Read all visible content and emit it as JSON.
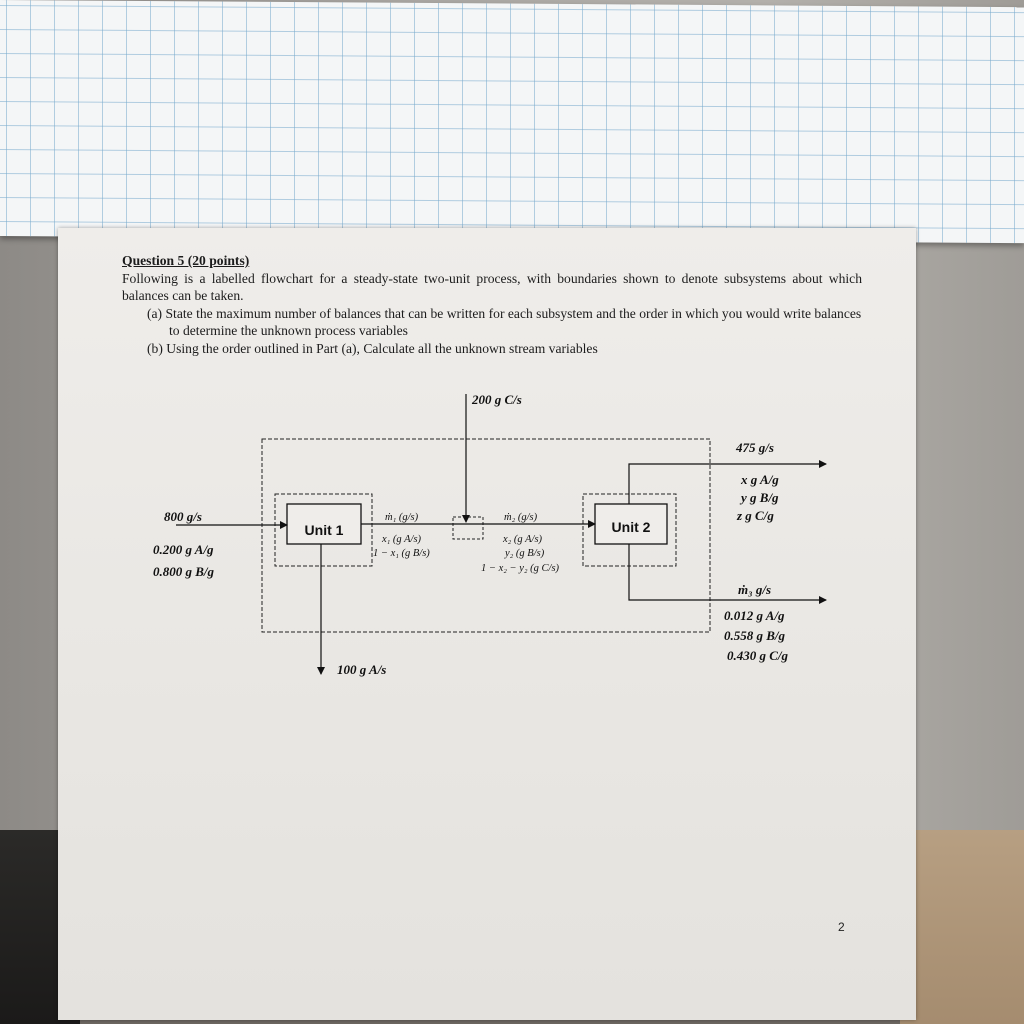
{
  "question": {
    "title": "Question 5 (20 points)",
    "intro": "Following is a labelled flowchart for a steady-state two-unit process, with boundaries shown to denote subsystems about which balances can be taken.",
    "part_a_label": "(a)",
    "part_a_text": "State the maximum number of balances that can be written for each subsystem and the order in which you would write balances to determine the unknown process variables",
    "part_b_label": "(b)",
    "part_b_text": "Using the order outlined in Part (a), Calculate all the unknown stream variables"
  },
  "flowchart": {
    "unit1": "Unit 1",
    "unit2": "Unit 2",
    "feed_c": "200 g C/s",
    "feed_flow": "800 g/s",
    "feed_a": "0.200 g A/g",
    "feed_b": "0.800 g B/g",
    "bottom_out": "100 g A/s",
    "m1": "ṁ₁ (g/s)",
    "x1": "x₁ (g A/s)",
    "one_minus_x1": "1 − x₁ (g B/s)",
    "m2": "ṁ₂ (g/s)",
    "x2": "x₂ (g A/s)",
    "y2": "y₂ (g B/s)",
    "one_minus_x2_y2": "1 − x₂ − y₂ (g C/s)",
    "top_out_flow": "475 g/s",
    "top_out_a": "x g A/g",
    "top_out_b": "y g B/g",
    "top_out_c": "z g C/g",
    "m3_out": "ṁ₃ g/s",
    "m3_a": "0.012 g A/g",
    "m3_b": "0.558 g B/g",
    "m3_c": "0.430 g C/g"
  },
  "page_number": "2"
}
